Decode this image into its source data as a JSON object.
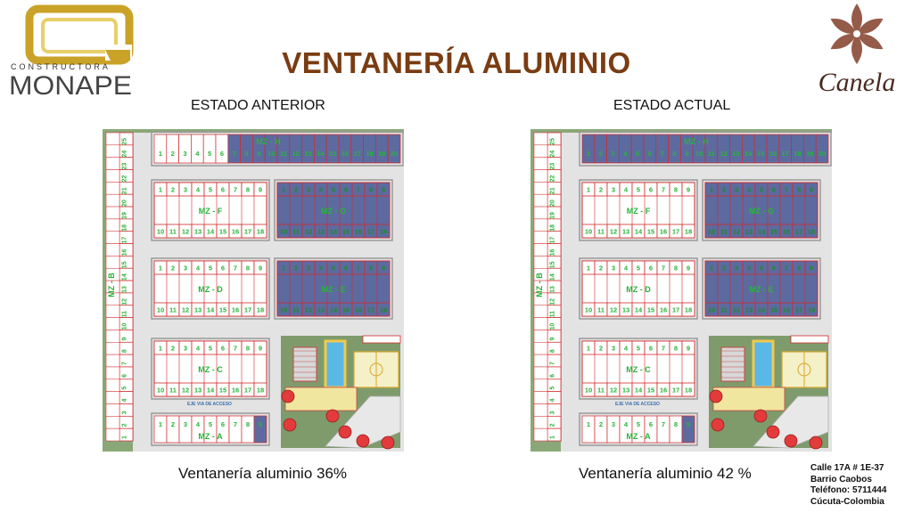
{
  "title": "VENTANERÍA ALUMINIO",
  "company_logo": {
    "line1": "CONSTRUCTORA",
    "line2": "MONAPE"
  },
  "project_logo": {
    "name": "Canela"
  },
  "panels": [
    {
      "heading": "ESTADO ANTERIOR",
      "caption": "Ventanería aluminio  36%",
      "value_percent": 36,
      "completed_blocks": [
        "H-partial",
        "G",
        "E",
        "A-partial"
      ]
    },
    {
      "heading": "ESTADO ACTUAL",
      "caption": "Ventanería aluminio 42 %",
      "value_percent": 42,
      "completed_blocks": [
        "H",
        "G",
        "E",
        "A-partial"
      ]
    }
  ],
  "plan_labels": {
    "mz_h": "MZ - H",
    "mz_g": "MZ - G",
    "mz_f": "MZ - F",
    "mz_e": "MZ - E",
    "mz_d": "MZ - D",
    "mz_c": "MZ - C",
    "mz_b": "MZ - B",
    "mz_a": "MZ - A",
    "road": "EJE VIA DE ACCESO"
  },
  "address": {
    "line1": "Calle 17A # 1E-37",
    "line2": "Barrio Caobos",
    "line3": "Teléfono: 5711444",
    "line4": "Cúcuta-Colombia"
  },
  "colors": {
    "title": "#7a3c12",
    "done": "#5d6aa0",
    "pending": "#ffffff",
    "lot_line": "#d22a2a",
    "label_green": "#27b43a",
    "grass": "#8aa877",
    "road": "#e3e3e3"
  }
}
